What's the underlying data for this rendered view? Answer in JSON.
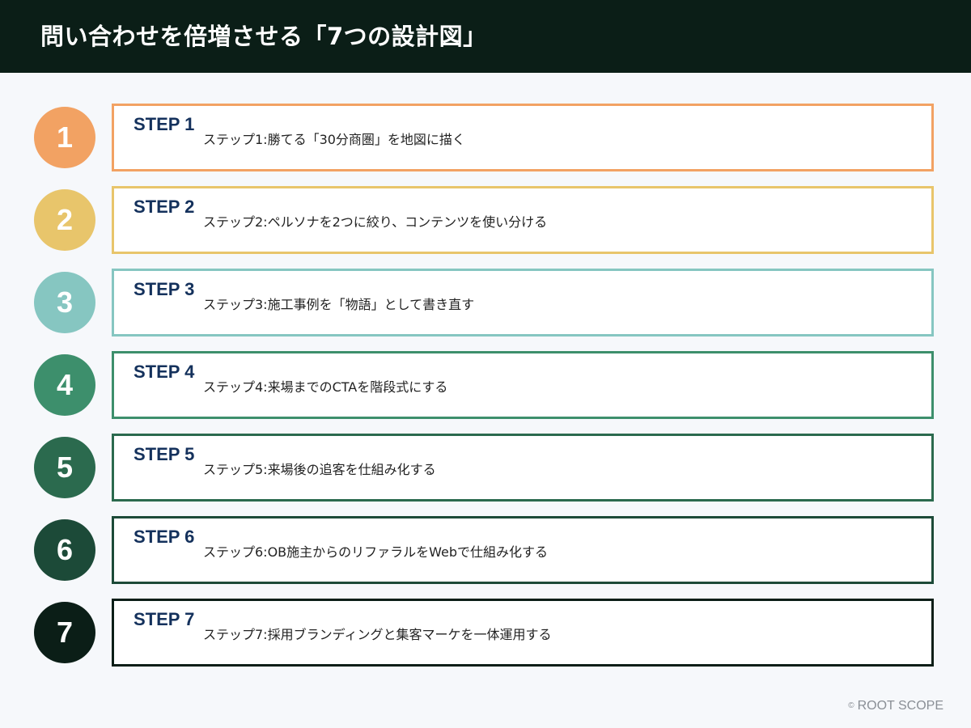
{
  "header": {
    "title": "問い合わせを倍増させる「7つの設計図」"
  },
  "steps": [
    {
      "number": "1",
      "label": "STEP 1",
      "text": "ステップ1:勝てる「30分商圏」を地図に描く",
      "color": "#f2a263"
    },
    {
      "number": "2",
      "label": "STEP 2",
      "text": "ステップ2:ペルソナを2つに絞り、コンテンツを使い分ける",
      "color": "#e8c56b"
    },
    {
      "number": "3",
      "label": "STEP 3",
      "text": "ステップ3:施工事例を「物語」として書き直す",
      "color": "#86c6c1"
    },
    {
      "number": "4",
      "label": "STEP 4",
      "text": "ステップ4:来場までのCTAを階段式にする",
      "color": "#3d8f6c"
    },
    {
      "number": "5",
      "label": "STEP 5",
      "text": "ステップ5:来場後の追客を仕組み化する",
      "color": "#2b6a4e"
    },
    {
      "number": "6",
      "label": "STEP 6",
      "text": "ステップ6:OB施主からのリファラルをWebで仕組み化する",
      "color": "#1c4a38"
    },
    {
      "number": "7",
      "label": "STEP 7",
      "text": "ステップ7:採用ブランディングと集客マーケを一体運用する",
      "color": "#0b1e17"
    }
  ],
  "footer": {
    "copyright_symbol": "©",
    "brand": "ROOT SCOPE"
  }
}
